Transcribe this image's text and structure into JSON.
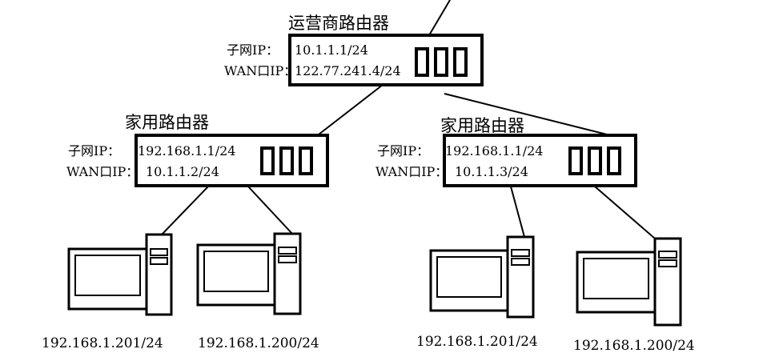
{
  "isp_router": {
    "title": "运营商路由器",
    "subnet_label": "子网IP：",
    "subnet_ip": "10.1.1.1/24",
    "wan_label": "WAN口IP：",
    "wan_ip": "122.77.241.4/24"
  },
  "home_router_left": {
    "title": "家用路由器",
    "subnet_label": "子网IP：",
    "subnet_ip": "192.168.1.1/24",
    "wan_label": "WAN口IP：",
    "wan_ip": "10.1.1.2/24"
  },
  "home_router_right": {
    "title": "家用路由器",
    "subnet_label": "子网IP：",
    "subnet_ip": "192.168.1.1/24",
    "wan_label": "WAN口IP：",
    "wan_ip": "10.1.1.3/24"
  },
  "computers": [
    {
      "ip": "192.168.1.201/24"
    },
    {
      "ip": "192.168.1.200/24"
    },
    {
      "ip": "192.168.1.201/24"
    },
    {
      "ip": "192.168.1.200/24"
    }
  ]
}
